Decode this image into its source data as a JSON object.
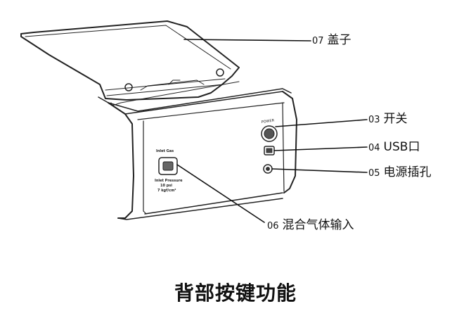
{
  "device_labels": {
    "power_switch": "POWER",
    "inlet_gas": "Inlet Gas",
    "inlet_pressure": "Inlet Pressure",
    "pressure_psi": "10 psi",
    "pressure_kgf": "7 kgf/cm²"
  },
  "callouts": [
    {
      "num": "07",
      "text": "盖子"
    },
    {
      "num": "03",
      "text": "开关"
    },
    {
      "num": "04",
      "text": "USB口"
    },
    {
      "num": "05",
      "text": "电源插孔"
    },
    {
      "num": "06",
      "text": "混合气体输入"
    }
  ],
  "caption": "背部按键功能"
}
